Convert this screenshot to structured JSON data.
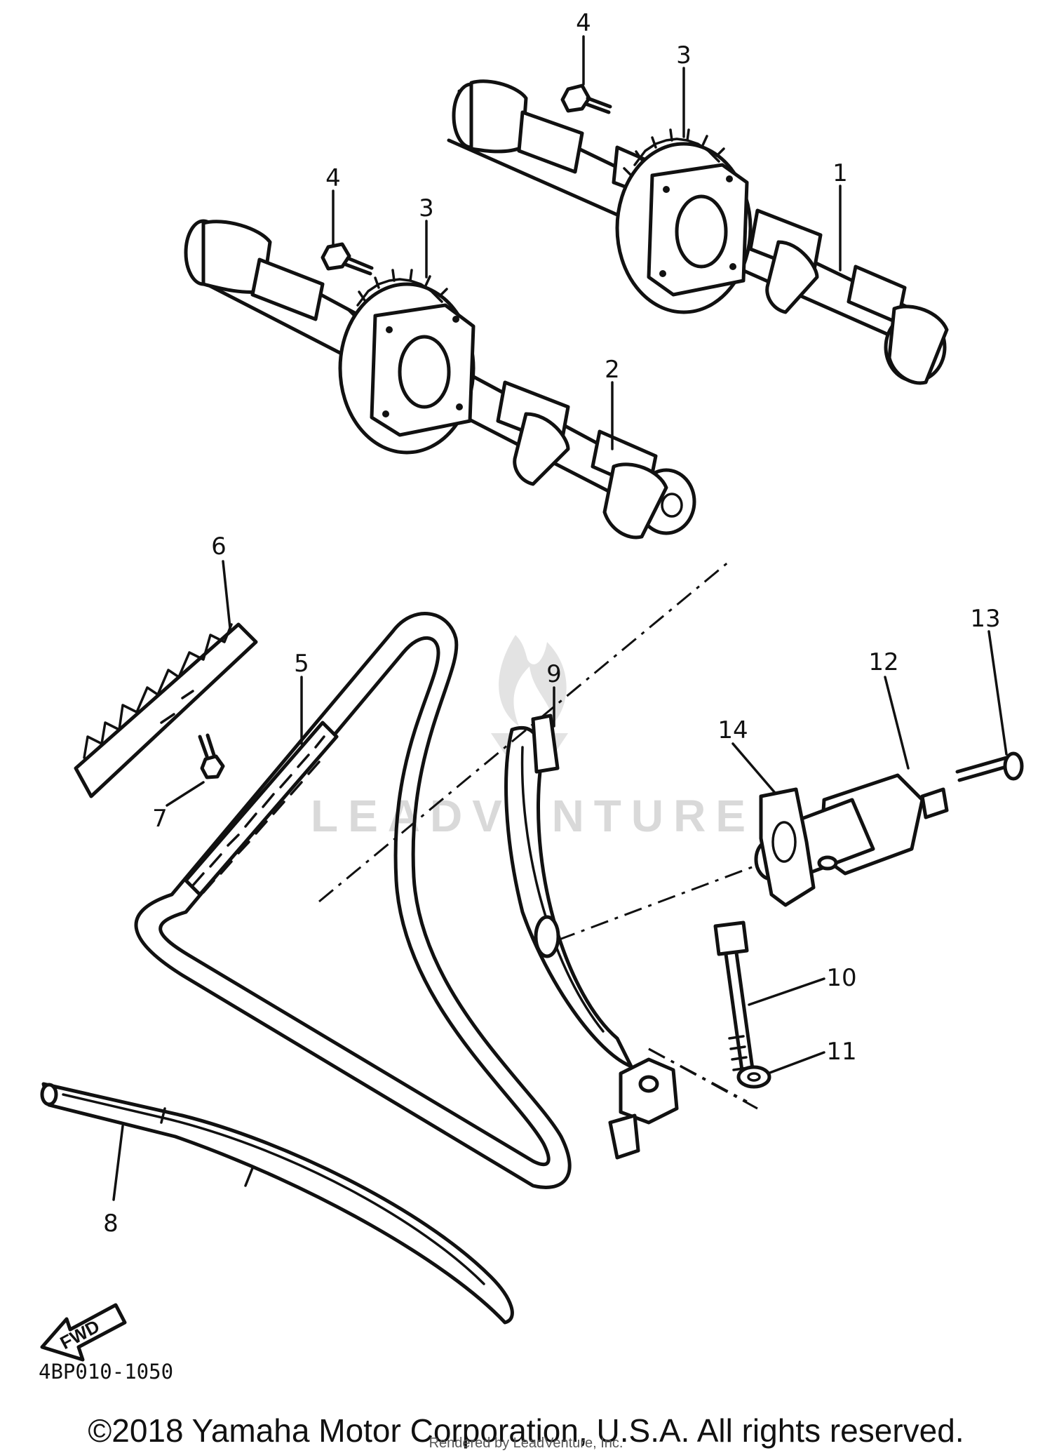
{
  "diagram": {
    "code": "4BP010-1050",
    "forward_label": "FWD",
    "watermark": "LEADVENTURE",
    "callouts": [
      {
        "id": "c4a",
        "text": "4"
      },
      {
        "id": "c3a",
        "text": "3"
      },
      {
        "id": "c1",
        "text": "1"
      },
      {
        "id": "c4b",
        "text": "4"
      },
      {
        "id": "c3b",
        "text": "3"
      },
      {
        "id": "c2",
        "text": "2"
      },
      {
        "id": "c6",
        "text": "6"
      },
      {
        "id": "c5",
        "text": "5"
      },
      {
        "id": "c9",
        "text": "9"
      },
      {
        "id": "c14",
        "text": "14"
      },
      {
        "id": "c12",
        "text": "12"
      },
      {
        "id": "c13",
        "text": "13"
      },
      {
        "id": "c7",
        "text": "7"
      },
      {
        "id": "c10",
        "text": "10"
      },
      {
        "id": "c11",
        "text": "11"
      },
      {
        "id": "c8",
        "text": "8"
      }
    ]
  },
  "footer": {
    "copyright": "©2018 Yamaha Motor Corporation, U.S.A. All rights reserved.",
    "rendered_by": "Rendered by LeadVenture, Inc."
  }
}
